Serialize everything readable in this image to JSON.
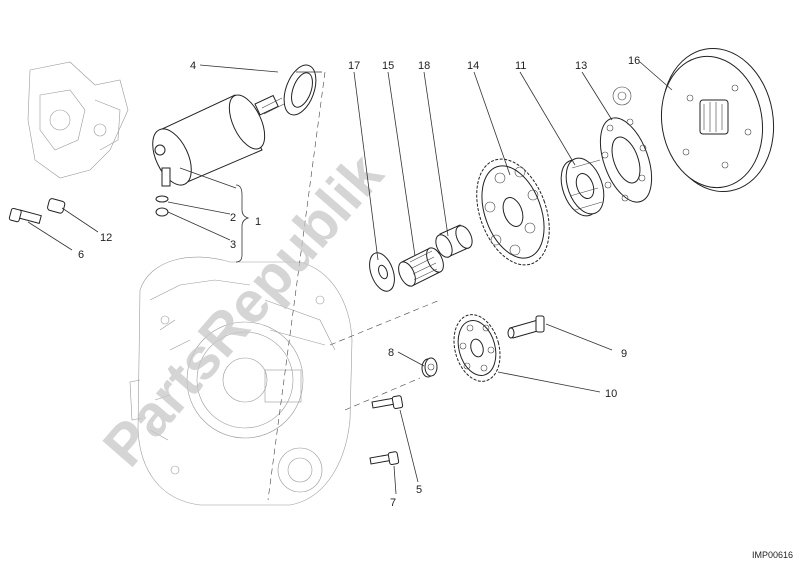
{
  "watermark": "PartsRepublik",
  "drawing_code": "IMP00616",
  "callouts": {
    "c1": "1",
    "c2": "2",
    "c3": "3",
    "c4": "4",
    "c5": "5",
    "c6": "6",
    "c7": "7",
    "c8": "8",
    "c9": "9",
    "c10": "10",
    "c11": "11",
    "c12": "12",
    "c13": "13",
    "c14": "14",
    "c15": "15",
    "c16": "16",
    "c17": "17",
    "c18": "18"
  }
}
